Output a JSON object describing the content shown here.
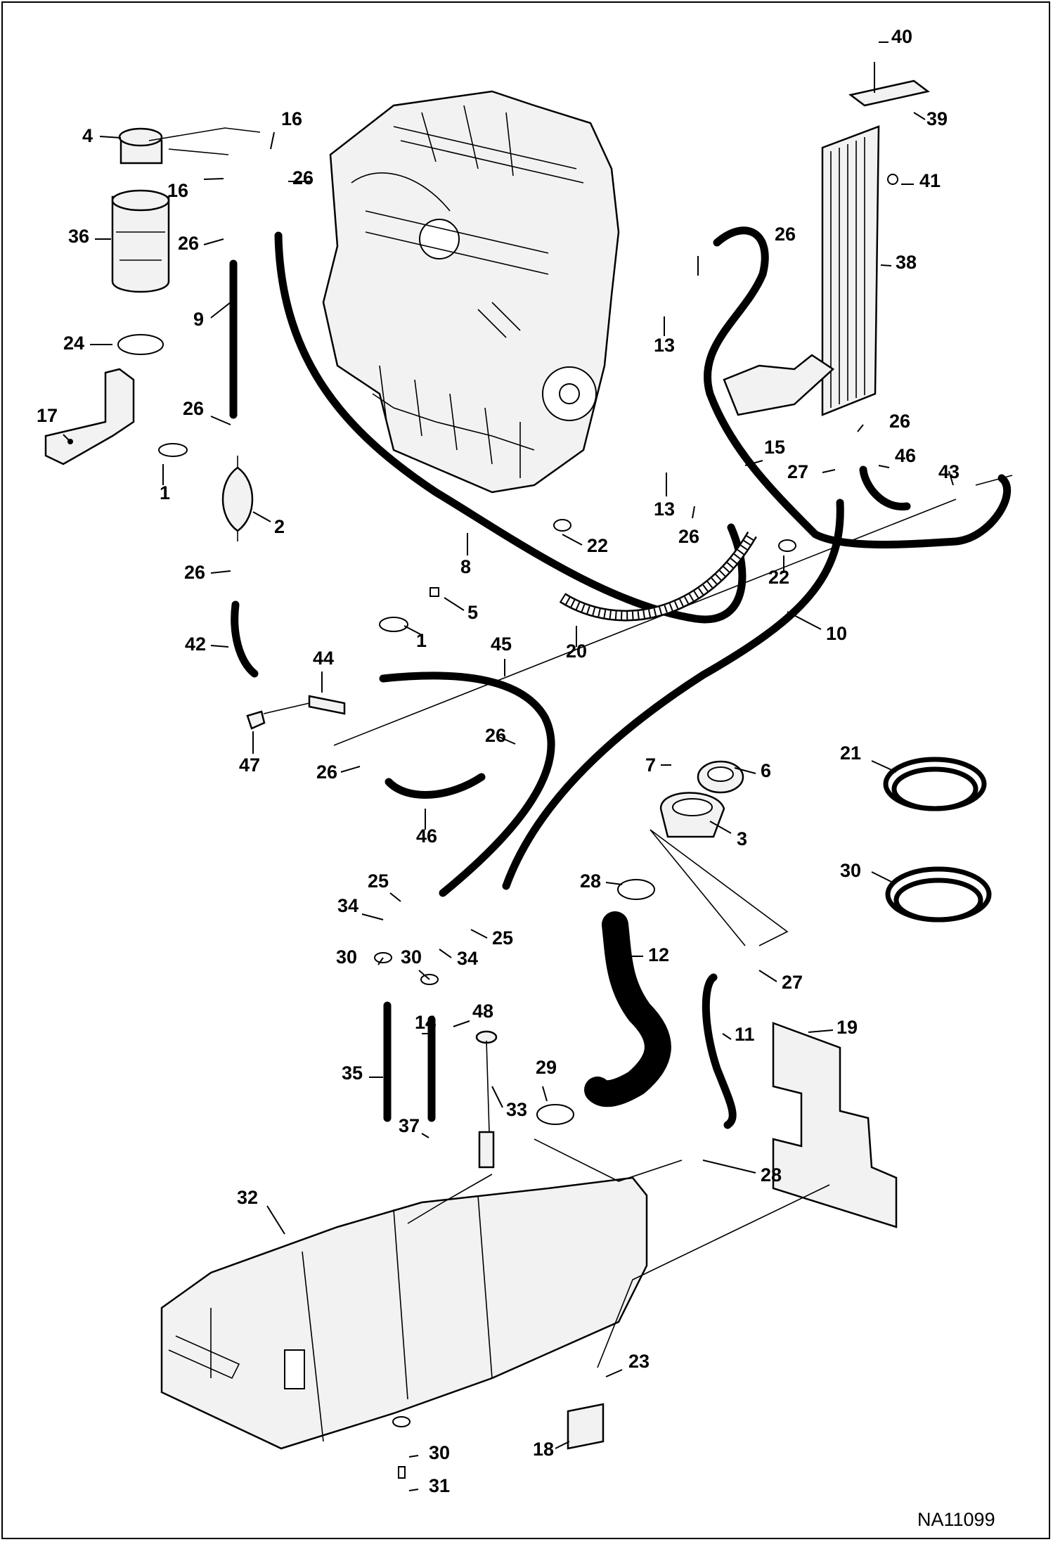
{
  "diagram": {
    "drawing_id": "NA11099",
    "callouts": [
      "1",
      "1",
      "2",
      "3",
      "4",
      "5",
      "6",
      "7",
      "8",
      "9",
      "10",
      "11",
      "12",
      "13",
      "13",
      "14",
      "15",
      "16",
      "16",
      "17",
      "18",
      "19",
      "20",
      "21",
      "22",
      "22",
      "23",
      "24",
      "25",
      "25",
      "26",
      "26",
      "26",
      "26",
      "26",
      "26",
      "26",
      "26",
      "26",
      "27",
      "27",
      "28",
      "28",
      "29",
      "30",
      "30",
      "30",
      "30",
      "31",
      "32",
      "33",
      "34",
      "34",
      "35",
      "36",
      "37",
      "38",
      "39",
      "40",
      "41",
      "42",
      "43",
      "44",
      "45",
      "46",
      "46",
      "47",
      "48"
    ]
  },
  "colors": {
    "line": "#000000",
    "background": "#ffffff",
    "part_fill": "#f2f2f2"
  }
}
